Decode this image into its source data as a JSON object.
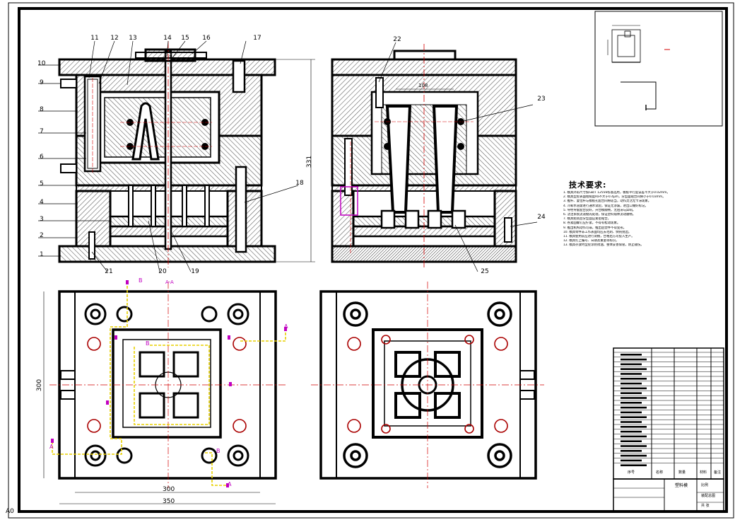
{
  "sheet": {
    "size_code": "A0"
  },
  "colors": {
    "line": "#000000",
    "hatch": "#555555",
    "centerline": "#d40000",
    "cooling_path": "#e8d000",
    "marker": "#c000c0",
    "background": "#ffffff"
  },
  "balloons_left": {
    "b1": "1",
    "b2": "2",
    "b3": "3",
    "b4": "4",
    "b5": "5",
    "b6": "6",
    "b7": "7",
    "b8": "8",
    "b9": "9",
    "b10": "10",
    "b11": "11",
    "b12": "12",
    "b13": "13",
    "b14": "14",
    "b15": "15",
    "b16": "16",
    "b17": "17",
    "b18": "18",
    "b19": "19",
    "b20": "20",
    "b21": "21"
  },
  "balloons_right": {
    "b22": "22",
    "b23": "23",
    "b24": "24",
    "b25": "25"
  },
  "dimensions": {
    "height_overall": "331",
    "plan_height": "300",
    "plan_width_inner": "300",
    "plan_width_outer": "350",
    "cavity_width": "108",
    "section_tag": "A-A"
  },
  "cooling_markers": {
    "m1": "B",
    "m2": "A",
    "m3": "B",
    "m4": "A",
    "m5": "B",
    "m6": "A"
  },
  "tech": {
    "title": "技术要求:",
    "items": [
      "1. 模具外形尺寸按GB/T 12556标准选用，模板平行度误差不大于0.02mm。",
      "2. 模具型腔表面粗糙度Ra不大于0.4μm，分型面贴合间隙小于0.03mm。",
      "3. 推杆、复位杆与模板孔配合间隙适当，动作灵活无卡滞现象。",
      "4. 冷却水道需进行通水试验，保证无渗漏，进出口做好标记。",
      "5. 导柱导套配合良好，开合模顺畅，无阻滞与异响。",
      "6. 浇注系统流道抛光处理，保证塑料熔体流动顺畅。",
      "7. 模具组装后分型面应紧密贴合。",
      "8. 各紧固螺钉应拧紧，不得有松动现象。",
      "9. 推出机构动作可靠，推出后塑件不得变形。",
      "10. 模具零件非工作表面均应去毛刺、倒钝锐边。",
      "11. 模具使用前应进行试模，合格后方可投入生产。",
      "12. 模具打上编号、日期及重量等标识。",
      "13. 模具存放时型腔涂防锈油，整体妥善保管，防止碰伤。"
    ]
  },
  "bom": {
    "footer_cells": [
      "序号",
      "名称",
      "数量",
      "材料",
      "备注"
    ],
    "title_cells": [
      "塑料模",
      "装配总图",
      "比例",
      "共 张"
    ]
  }
}
